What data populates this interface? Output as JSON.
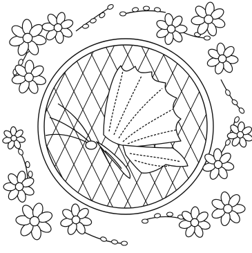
{
  "image": {
    "kind": "coloring-page",
    "subject": "butterfly",
    "line_color": "#111111",
    "fill_color": "#ffffff"
  },
  "border": {
    "flower_count": 14,
    "flower_petals": 7,
    "sprig_count": 6
  },
  "medallion": {
    "pattern": "diamond-lattice",
    "rings": 2
  }
}
